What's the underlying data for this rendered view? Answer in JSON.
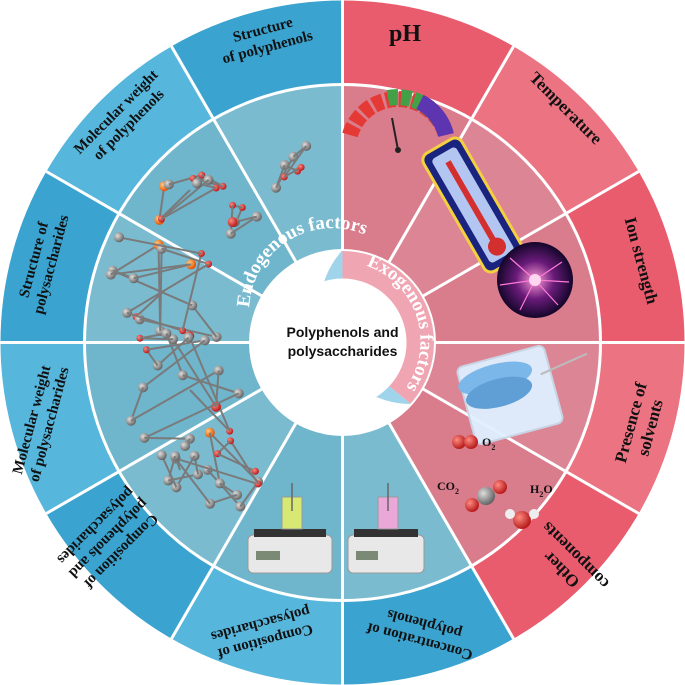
{
  "center": {
    "line1": "Polyphenols and",
    "line2": "polysaccharides"
  },
  "rings": {
    "endogenous": {
      "label": "Endogenous factors",
      "color": "#9fd4ea"
    },
    "exogenous": {
      "label": "Exogenous factors",
      "color": "#f0a6b2"
    }
  },
  "colors": {
    "blue_outer": "#3aa3cf",
    "blue_outer_alt": "#56b6dc",
    "blue_inner": "#6fb5cc",
    "pink_outer": "#e85c6e",
    "pink_outer_alt": "#ec7381",
    "pink_inner": "#d97c8c",
    "atom_carbon": "#8a8a8a",
    "atom_oxygen": "#d23a2e",
    "atom_other": "#f0901e"
  },
  "segments": {
    "ph": {
      "label": "pH",
      "icon": "gauge-icon"
    },
    "temperature": {
      "label": "Temperature",
      "icon": "thermometer-icon"
    },
    "ion_strength": {
      "label": "Ion strength",
      "icon": "plasma-ball-icon"
    },
    "solvents": {
      "lines": [
        "Presence of",
        "solvents"
      ],
      "icon": "beaker-icon"
    },
    "other": {
      "lines": [
        "Other",
        "components"
      ],
      "icon": "molecules-icon"
    },
    "conc_polyphenols": {
      "lines": [
        "Concentration of",
        "polyphenols"
      ],
      "icon": "balance-icon"
    },
    "comp_polysaccharides": {
      "lines": [
        "Composition of",
        "polysaccharides"
      ],
      "icon": "balance-icon"
    },
    "comp_both": {
      "lines": [
        "Composition of",
        "polyphenols and",
        "polysaccharides"
      ],
      "icon": "molecule-icon"
    },
    "mw_polysaccharides": {
      "lines": [
        "Molecular weight",
        "of polysaccharides"
      ],
      "icon": "molecule-icon"
    },
    "structure_polysaccharides": {
      "lines": [
        "Structure of",
        "polysaccharides"
      ],
      "icon": "molecule-icon"
    },
    "mw_polyphenols": {
      "lines": [
        "Molecular weight",
        "of polyphenols"
      ],
      "icon": "molecule-icon"
    },
    "structure_polyphenols": {
      "lines": [
        "Structure",
        "of polyphenols"
      ],
      "icon": "molecule-icon"
    }
  },
  "chemicals": {
    "o2": "O",
    "o2_sub": "2",
    "co2": "CO",
    "co2_sub": "2",
    "h2o": "H",
    "h2o_sub": "2",
    "h2o_end": "O"
  }
}
